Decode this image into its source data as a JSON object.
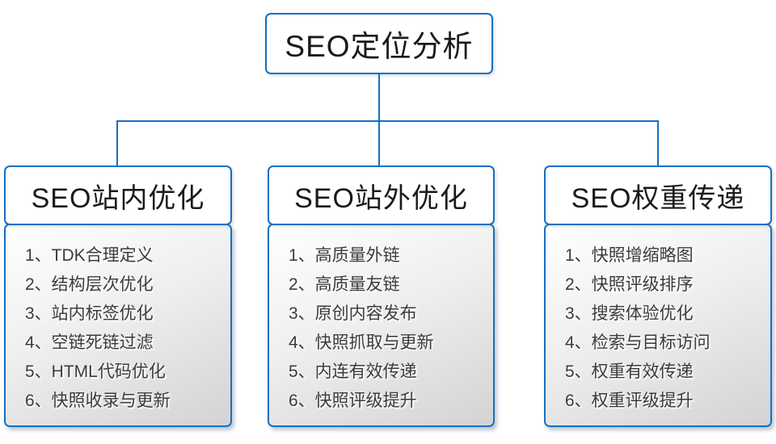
{
  "diagram": {
    "title": "SEO mind map",
    "colors": {
      "line_blue": "#1470c4",
      "list_text": "#3b3b3b",
      "header_text": "#1a1a1a",
      "list_fill_top": "#ffffff",
      "list_fill_bottom": "#d3d3d3"
    },
    "root": {
      "label": "SEO定位分析"
    },
    "branches": [
      {
        "title": "SEO站内优化",
        "items": [
          "1、TDK合理定义",
          "2、结构层次优化",
          "3、站内标签优化",
          "4、空链死链过滤",
          "5、HTML代码优化",
          "6、快照收录与更新"
        ]
      },
      {
        "title": "SEO站外优化",
        "items": [
          "1、高质量外链",
          "2、高质量友链",
          "3、原创内容发布",
          "4、快照抓取与更新",
          "5、内连有效传递",
          "6、快照评级提升"
        ]
      },
      {
        "title": "SEO权重传递",
        "items": [
          "1、快照增缩略图",
          "2、快照评级排序",
          "3、搜索体验优化",
          "4、检索与目标访问",
          "5、权重有效传递",
          "6、权重评级提升"
        ]
      }
    ]
  }
}
